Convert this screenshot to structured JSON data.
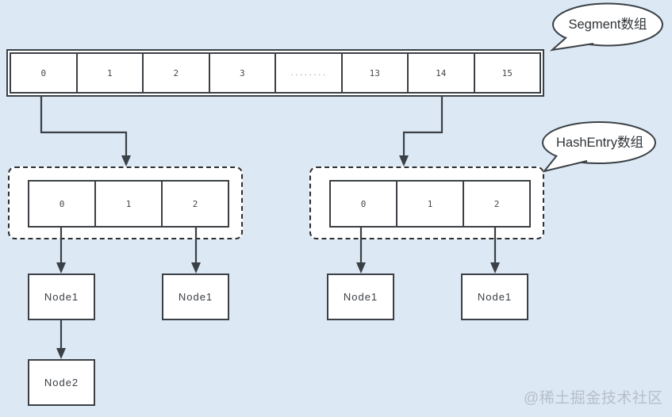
{
  "bubbles": {
    "segment": {
      "label": "Segment数组"
    },
    "hashentry": {
      "label": "HashEntry数组"
    }
  },
  "segment_array": {
    "cells": [
      "0",
      "1",
      "2",
      "3",
      "........",
      "13",
      "14",
      "15"
    ]
  },
  "hashentry_arrays": [
    {
      "cells": [
        "0",
        "1",
        "2"
      ]
    },
    {
      "cells": [
        "0",
        "1",
        "2"
      ]
    }
  ],
  "nodes": {
    "left_bucket0_node1": "Node1",
    "left_bucket2_node1": "Node1",
    "right_bucket0_node1": "Node1",
    "right_bucket2_node1": "Node1",
    "left_bucket0_node2": "Node2"
  },
  "watermark": "@稀土掘金技术社区",
  "colors": {
    "background": "#dde8f5",
    "box_border": "#3a4045",
    "dashed_border": "#2c2f32",
    "connector": "#3a4045",
    "box_fill": "#ffffff",
    "watermark_text": "#b5bfcc"
  }
}
